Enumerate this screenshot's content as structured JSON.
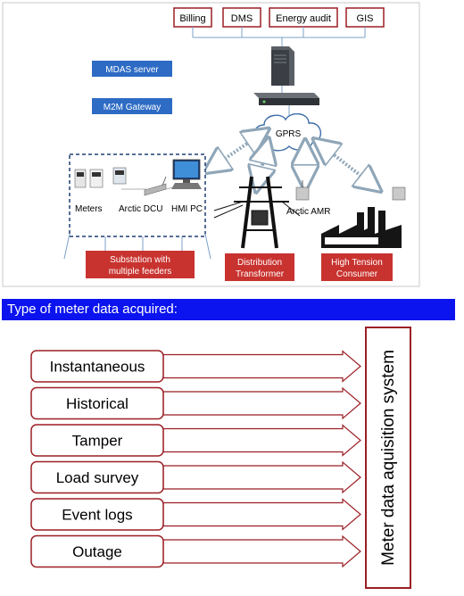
{
  "network": {
    "systems": [
      "Billing",
      "DMS",
      "Energy audit",
      "GIS"
    ],
    "mdas_server_label": "MDAS server",
    "m2m_gateway_label": "M2M Gateway",
    "gprs_label": "GPRS",
    "substation_devices": {
      "meters_label": "Meters",
      "dcu_label": "Arctic DCU",
      "hmi_label": "HMI PC"
    },
    "amr_label": "Arctic AMR",
    "sites": {
      "substation": [
        "Substation  with",
        "multiple feeders"
      ],
      "distribution": [
        "Distribution",
        "Transformer"
      ],
      "high_tension": [
        "High Tension",
        "Consumer"
      ]
    }
  },
  "banner": {
    "title": "Type of meter data acquired:"
  },
  "data_types": [
    "Instantaneous",
    "Historical",
    "Tamper",
    "Load survey",
    "Event logs",
    "Outage"
  ],
  "system_label": "Meter data aquisition system",
  "colors": {
    "system_box_border": "#9b1f25",
    "label_fill": "#c8332f",
    "blue_box": "#2d6bc4",
    "banner": "#0b13ee"
  }
}
